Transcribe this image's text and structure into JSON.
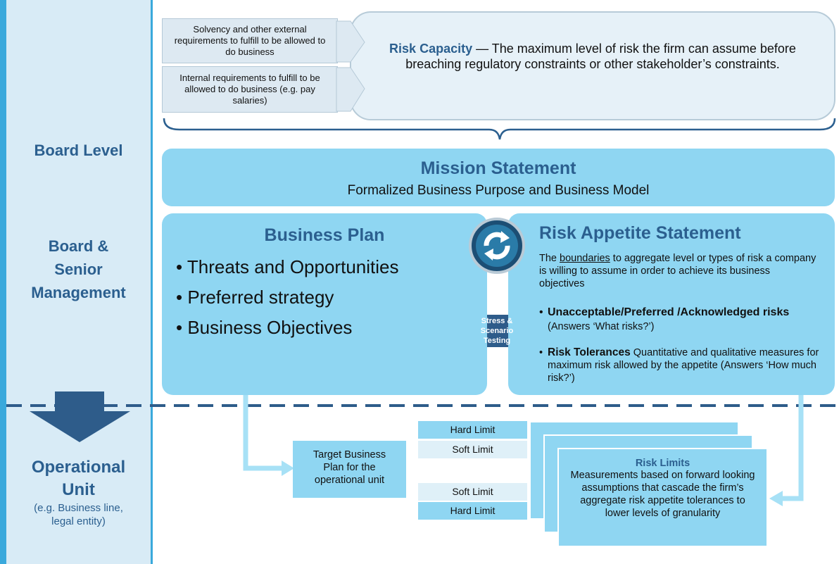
{
  "sidebar": {
    "board_level": "Board Level",
    "board_senior": [
      "Board &",
      "Senior",
      "Management"
    ],
    "operational_unit": [
      "Operational",
      "Unit"
    ],
    "operational_example": [
      "(e.g. Business line,",
      "legal entity)"
    ]
  },
  "requirements": {
    "external": "Solvency and other external requirements to fulfill to be allowed to do business",
    "internal": "Internal requirements to fulfill to be allowed to do business (e.g. pay salaries)"
  },
  "risk_capacity": {
    "term": "Risk Capacity",
    "definition": " — The maximum  level of risk the firm can assume before breaching  regulatory constraints or other stakeholder’s constraints."
  },
  "mission": {
    "title": "Mission Statement",
    "subtitle": "Formalized Business Purpose and Business Model"
  },
  "business_plan": {
    "title": "Business Plan",
    "items": [
      "Threats and Opportunities",
      "Preferred strategy",
      "Business Objectives"
    ]
  },
  "stress_testing": [
    "Stress &",
    "Scenario",
    "Testing"
  ],
  "risk_appetite": {
    "title": "Risk Appetite Statement",
    "intro_prefix": "The ",
    "intro_underlined": "boundaries",
    "intro_suffix": " to aggregate level  or types of risk a company is willing to assume in order to achieve its business objectives",
    "bullet1_bold": "Unacceptable/Preferred /Acknowledged risks",
    "bullet1_text": " (Answers ‘What risks?’)",
    "bullet2_bold": "Risk Tolerances",
    "bullet2_text": " Quantitative and qualitative measures for maximum  risk allowed by the appetite (Answers ‘How much risk?’)"
  },
  "operational": {
    "target_plan": "Target Business Plan for the operational unit",
    "limits": [
      "Hard Limit",
      "Soft Limit",
      "Soft Limit",
      "Hard Limit"
    ],
    "risk_limits_title": "Risk Limits",
    "risk_limits_text": "Measurements  based on forward looking assumptions that cascade the firm’s aggregate risk appetite tolerances to lower levels of granularity"
  },
  "colors": {
    "sidebar_bg": "#d8ebf6",
    "accent": "#3aa9dc",
    "panel": "#8fd6f2",
    "title_blue": "#2b5f8f",
    "arrow_dark": "#2e5c8a"
  }
}
